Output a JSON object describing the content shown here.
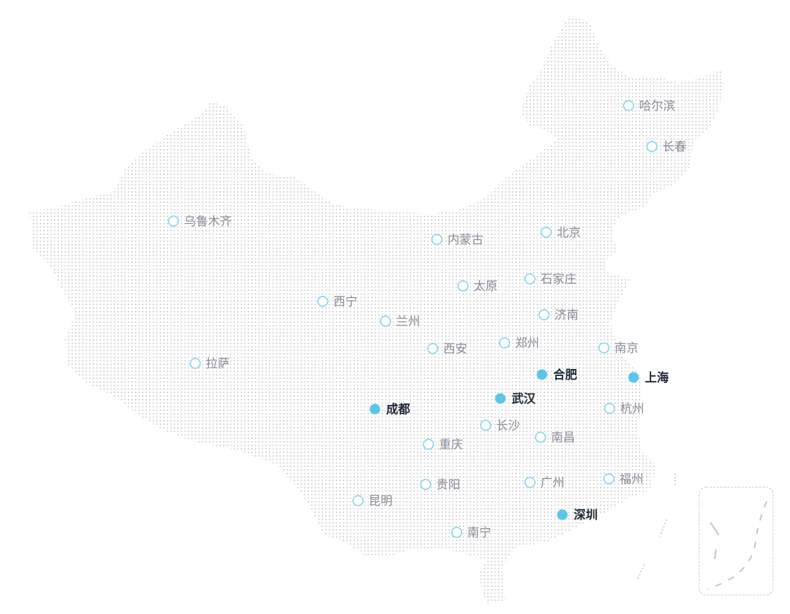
{
  "map": {
    "colors": {
      "dots": "#c4c4c4",
      "minor_ring": "#9ad9f0",
      "major_fill": "#5cc6ea",
      "minor_text": "#888b95",
      "major_text": "#1f2a36",
      "inset_border": "#c9c9c9"
    },
    "cities": [
      {
        "name": "哈尔滨",
        "type": "minor"
      },
      {
        "name": "长春",
        "type": "minor"
      },
      {
        "name": "乌鲁木齐",
        "type": "minor"
      },
      {
        "name": "内蒙古",
        "type": "minor"
      },
      {
        "name": "北京",
        "type": "minor"
      },
      {
        "name": "石家庄",
        "type": "minor"
      },
      {
        "name": "太原",
        "type": "minor"
      },
      {
        "name": "西宁",
        "type": "minor"
      },
      {
        "name": "兰州",
        "type": "minor"
      },
      {
        "name": "济南",
        "type": "minor"
      },
      {
        "name": "西安",
        "type": "minor"
      },
      {
        "name": "郑州",
        "type": "minor"
      },
      {
        "name": "南京",
        "type": "minor"
      },
      {
        "name": "拉萨",
        "type": "minor"
      },
      {
        "name": "合肥",
        "type": "major"
      },
      {
        "name": "上海",
        "type": "major"
      },
      {
        "name": "武汉",
        "type": "major"
      },
      {
        "name": "成都",
        "type": "major"
      },
      {
        "name": "杭州",
        "type": "minor"
      },
      {
        "name": "长沙",
        "type": "minor"
      },
      {
        "name": "南昌",
        "type": "minor"
      },
      {
        "name": "重庆",
        "type": "minor"
      },
      {
        "name": "贵阳",
        "type": "minor"
      },
      {
        "name": "广州",
        "type": "minor"
      },
      {
        "name": "福州",
        "type": "minor"
      },
      {
        "name": "昆明",
        "type": "minor"
      },
      {
        "name": "深圳",
        "type": "major"
      },
      {
        "name": "南宁",
        "type": "minor"
      }
    ]
  }
}
